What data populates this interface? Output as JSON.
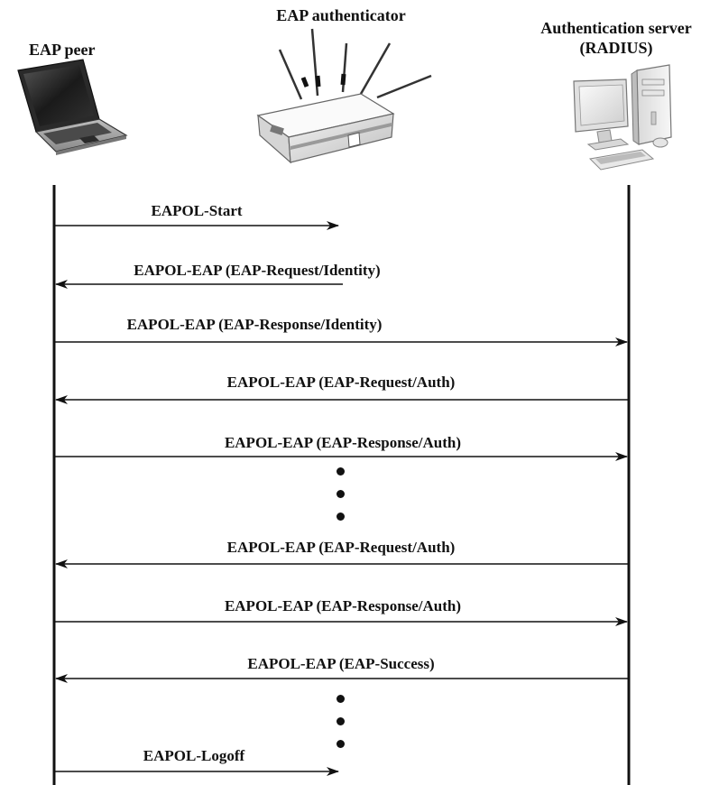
{
  "participants": {
    "peer": "EAP peer",
    "authenticator": "EAP authenticator",
    "server_line1": "Authentication server",
    "server_line2": "(RADIUS)"
  },
  "messages": [
    {
      "label": "EAPOL-Start",
      "from": "peer",
      "to": "authenticator"
    },
    {
      "label": "EAPOL-EAP (EAP-Request/Identity)",
      "from": "authenticator",
      "to": "peer"
    },
    {
      "label": "EAPOL-EAP (EAP-Response/Identity)",
      "from": "peer",
      "to": "server"
    },
    {
      "label": "EAPOL-EAP (EAP-Request/Auth)",
      "from": "server",
      "to": "peer"
    },
    {
      "label": "EAPOL-EAP (EAP-Response/Auth)",
      "from": "peer",
      "to": "server"
    },
    {
      "label": "EAPOL-EAP (EAP-Request/Auth)",
      "from": "server",
      "to": "peer"
    },
    {
      "label": "EAPOL-EAP (EAP-Response/Auth)",
      "from": "peer",
      "to": "server"
    },
    {
      "label": "EAPOL-EAP (EAP-Success)",
      "from": "server",
      "to": "peer"
    },
    {
      "label": "EAPOL-Logoff",
      "from": "peer",
      "to": "authenticator"
    }
  ]
}
